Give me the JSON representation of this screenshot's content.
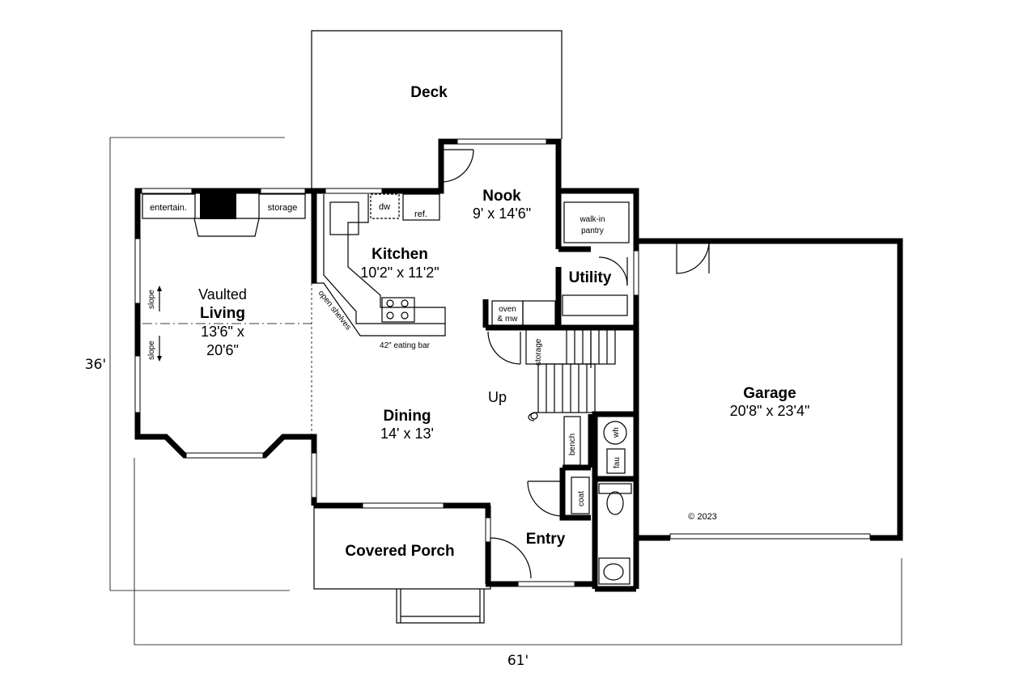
{
  "rooms": {
    "deck": {
      "name": "Deck"
    },
    "nook": {
      "name": "Nook",
      "dims": "9' x 14'6\""
    },
    "kitchen": {
      "name": "Kitchen",
      "dims": "10'2\" x 11'2\""
    },
    "utility": {
      "name": "Utility"
    },
    "living": {
      "name_line1": "Vaulted",
      "name_line2": "Living",
      "dims_line1": "13'6\" x",
      "dims_line2": "20'6\""
    },
    "dining": {
      "name": "Dining",
      "dims": "14' x 13'"
    },
    "garage": {
      "name": "Garage",
      "dims": "20'8\" x 23'4\""
    },
    "porch": {
      "name": "Covered Porch"
    },
    "entry": {
      "name": "Entry"
    }
  },
  "labels": {
    "entertain": "entertain.",
    "storage_living": "storage",
    "dw": "dw",
    "ref": "ref.",
    "walk_in": "walk-in",
    "pantry": "pantry",
    "oven": "oven",
    "mw": "& mw",
    "open_shelves": "open shelves",
    "eating_bar": "42\" eating bar",
    "slope_top": "slope",
    "slope_bottom": "slope",
    "storage_stair": "storage",
    "up": "Up",
    "bench": "bench",
    "wh": "wh",
    "fau": "fau",
    "coat": "coat",
    "copyright": "© 2023"
  },
  "dimensions": {
    "depth": "36'",
    "width": "61'"
  }
}
